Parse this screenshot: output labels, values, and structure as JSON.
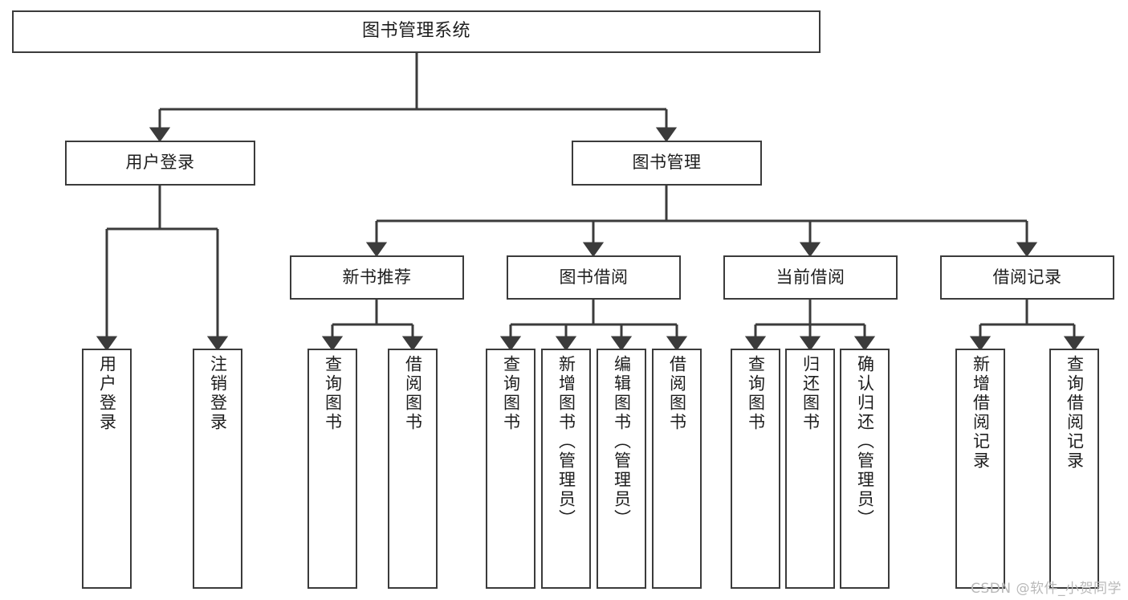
{
  "diagram": {
    "title": "图书管理系统",
    "type": "tree-hierarchy",
    "watermark": "CSDN @软件_小贺同学",
    "colors": {
      "box_border": "#3b3b3b",
      "box_fill": "#ffffff",
      "edge": "#3b3b3b",
      "text": "#1d1d1d",
      "watermark": "#b9b9b9"
    },
    "root": {
      "label": "图书管理系统"
    },
    "level2": [
      {
        "id": "user-login",
        "label": "用户登录"
      },
      {
        "id": "book-manage",
        "label": "图书管理"
      }
    ],
    "level3": [
      {
        "id": "new-book-rec",
        "label": "新书推荐"
      },
      {
        "id": "book-borrow",
        "label": "图书借阅"
      },
      {
        "id": "current-borrow",
        "label": "当前借阅"
      },
      {
        "id": "borrow-record",
        "label": "借阅记录"
      }
    ],
    "leaves": {
      "user-login": [
        {
          "id": "leaf-user-login",
          "label": "用户登录"
        },
        {
          "id": "leaf-user-logout",
          "label": "注销登录"
        }
      ],
      "new-book-rec": [
        {
          "id": "leaf-query-book-1",
          "label": "查询图书"
        },
        {
          "id": "leaf-borrow-book-1",
          "label": "借阅图书"
        }
      ],
      "book-borrow": [
        {
          "id": "leaf-query-book-2",
          "label": "查询图书"
        },
        {
          "id": "leaf-add-book",
          "label": "新增图书（管理员）"
        },
        {
          "id": "leaf-edit-book",
          "label": "编辑图书（管理员）"
        },
        {
          "id": "leaf-borrow-book-2",
          "label": "借阅图书"
        }
      ],
      "current-borrow": [
        {
          "id": "leaf-query-book-3",
          "label": "查询图书"
        },
        {
          "id": "leaf-return-book",
          "label": "归还图书"
        },
        {
          "id": "leaf-confirm-return",
          "label": "确认归还（管理员）"
        }
      ],
      "borrow-record": [
        {
          "id": "leaf-add-record",
          "label": "新增借阅记录"
        },
        {
          "id": "leaf-query-record",
          "label": "查询借阅记录"
        }
      ]
    }
  }
}
